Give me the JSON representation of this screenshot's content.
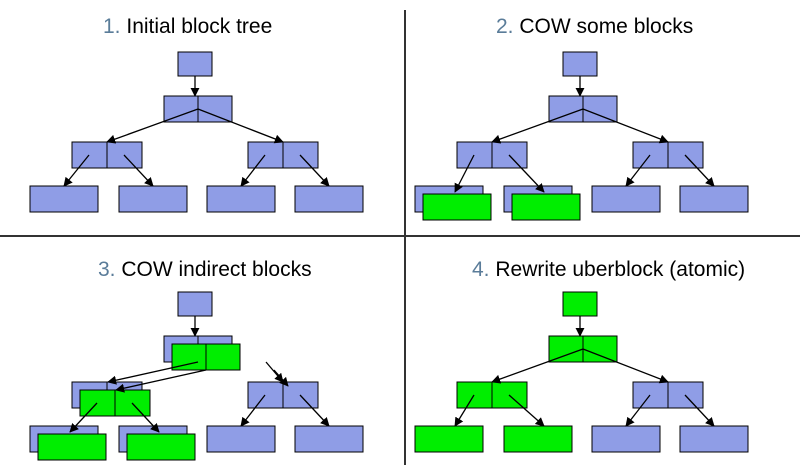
{
  "panels": [
    {
      "number": "1.",
      "title": "Initial block tree"
    },
    {
      "number": "2.",
      "title": "COW some blocks"
    },
    {
      "number": "3.",
      "title": "COW indirect blocks"
    },
    {
      "number": "4.",
      "title": "Rewrite uberblock (atomic)"
    }
  ],
  "colors": {
    "original_block": "#8f9de6",
    "cow_block": "#00ee00",
    "outline": "#000000",
    "title_number": "#5a7c99",
    "divider": "#333333"
  }
}
